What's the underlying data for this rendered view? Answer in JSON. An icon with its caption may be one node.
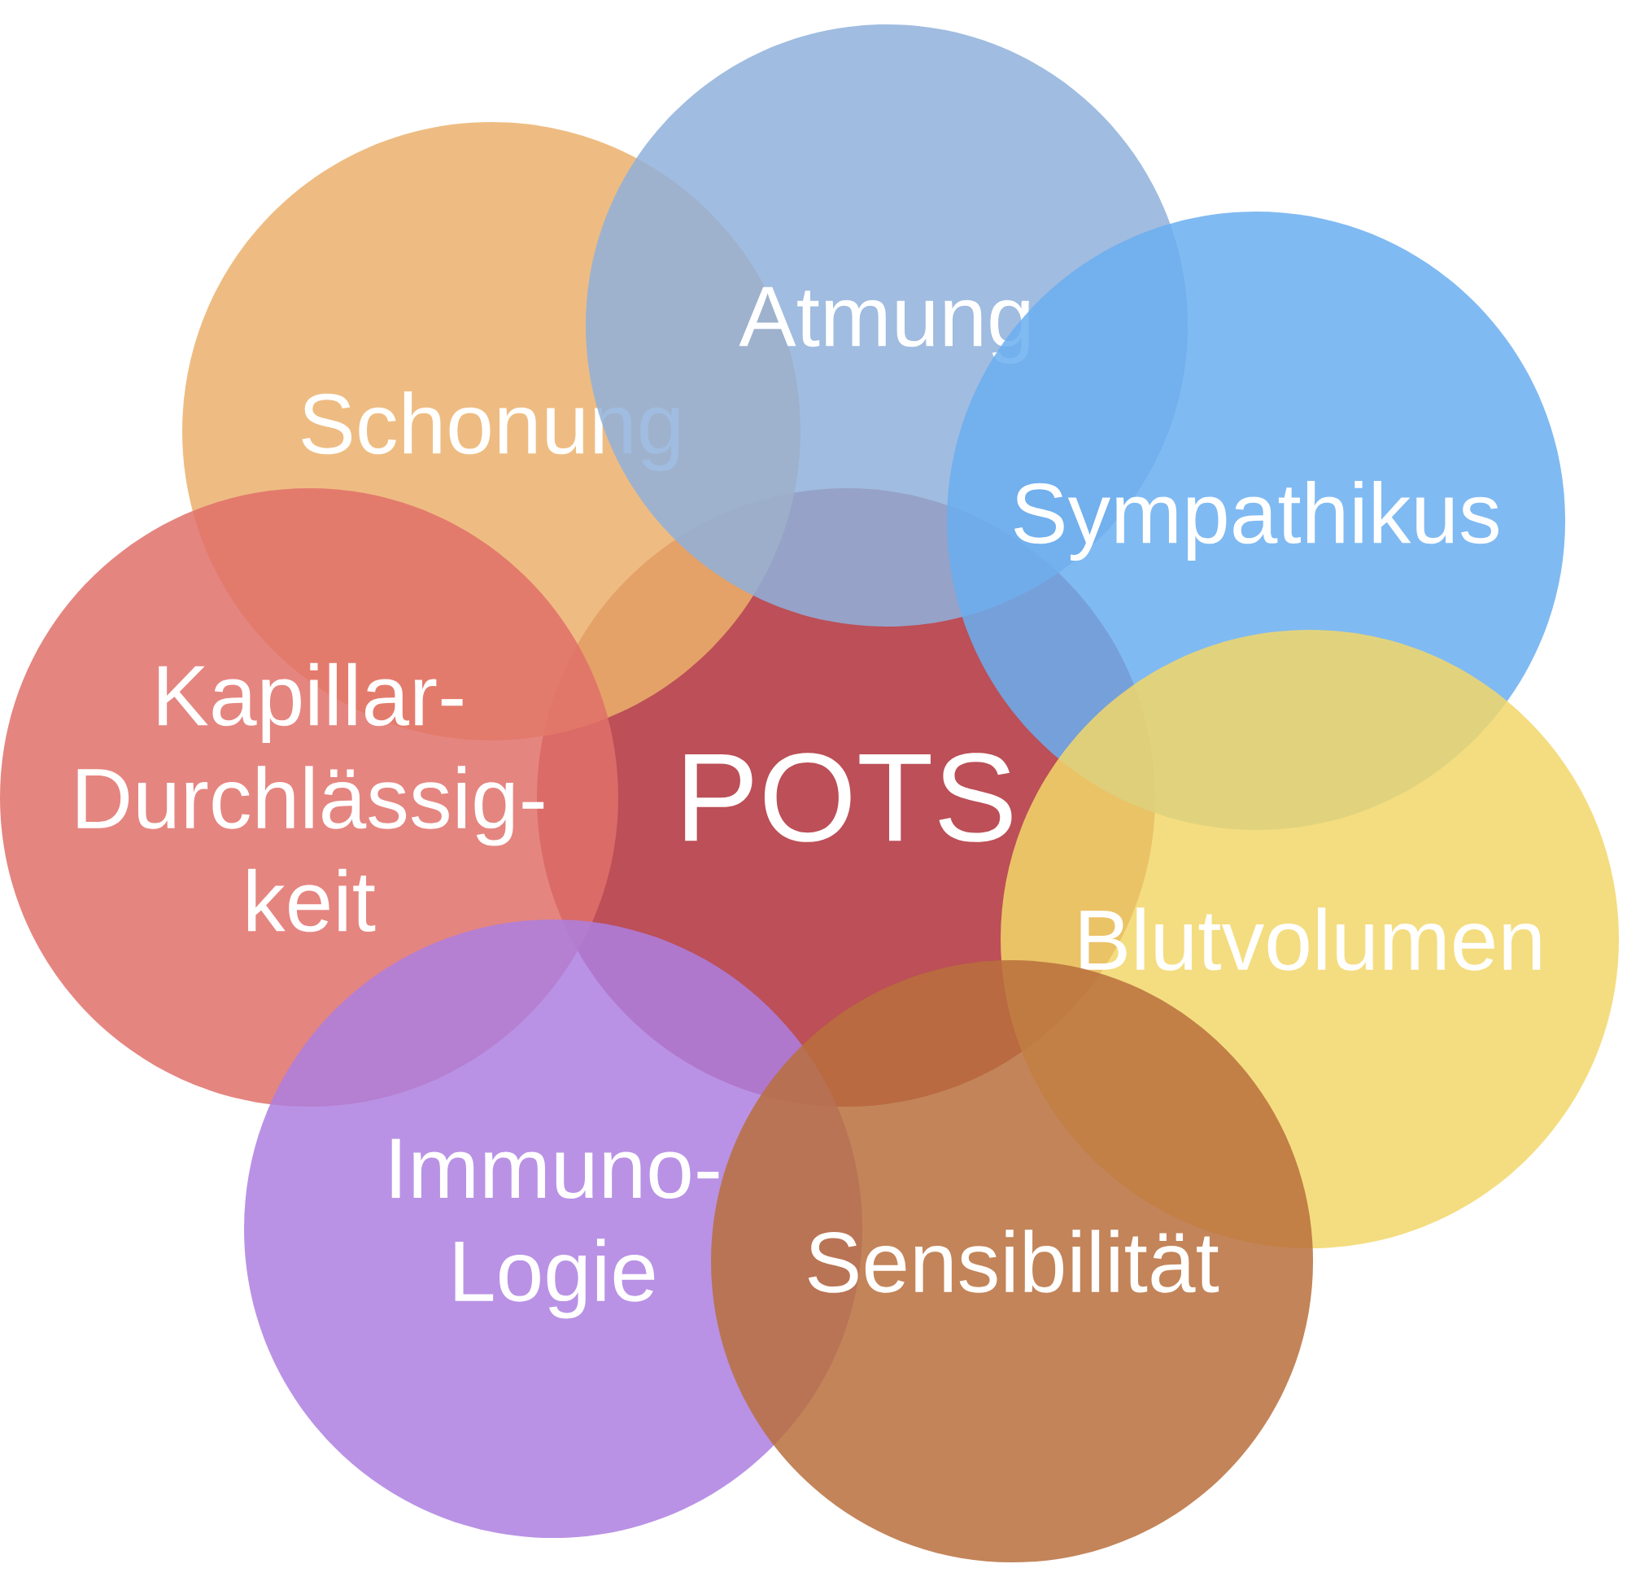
{
  "diagram": {
    "nodes": [
      {
        "text": [
          "POTS"
        ]
      },
      {
        "text": [
          "Schonung"
        ]
      },
      {
        "text": [
          "Atmung"
        ]
      },
      {
        "text": [
          "Sympathikus"
        ]
      },
      {
        "text": [
          "Blutvolumen"
        ]
      },
      {
        "text": [
          "Kapillar- Durchlässig- keit"
        ]
      },
      {
        "text": [
          "Immuno- Logie"
        ]
      },
      {
        "text": [
          "Sensibilität"
        ]
      }
    ]
  }
}
